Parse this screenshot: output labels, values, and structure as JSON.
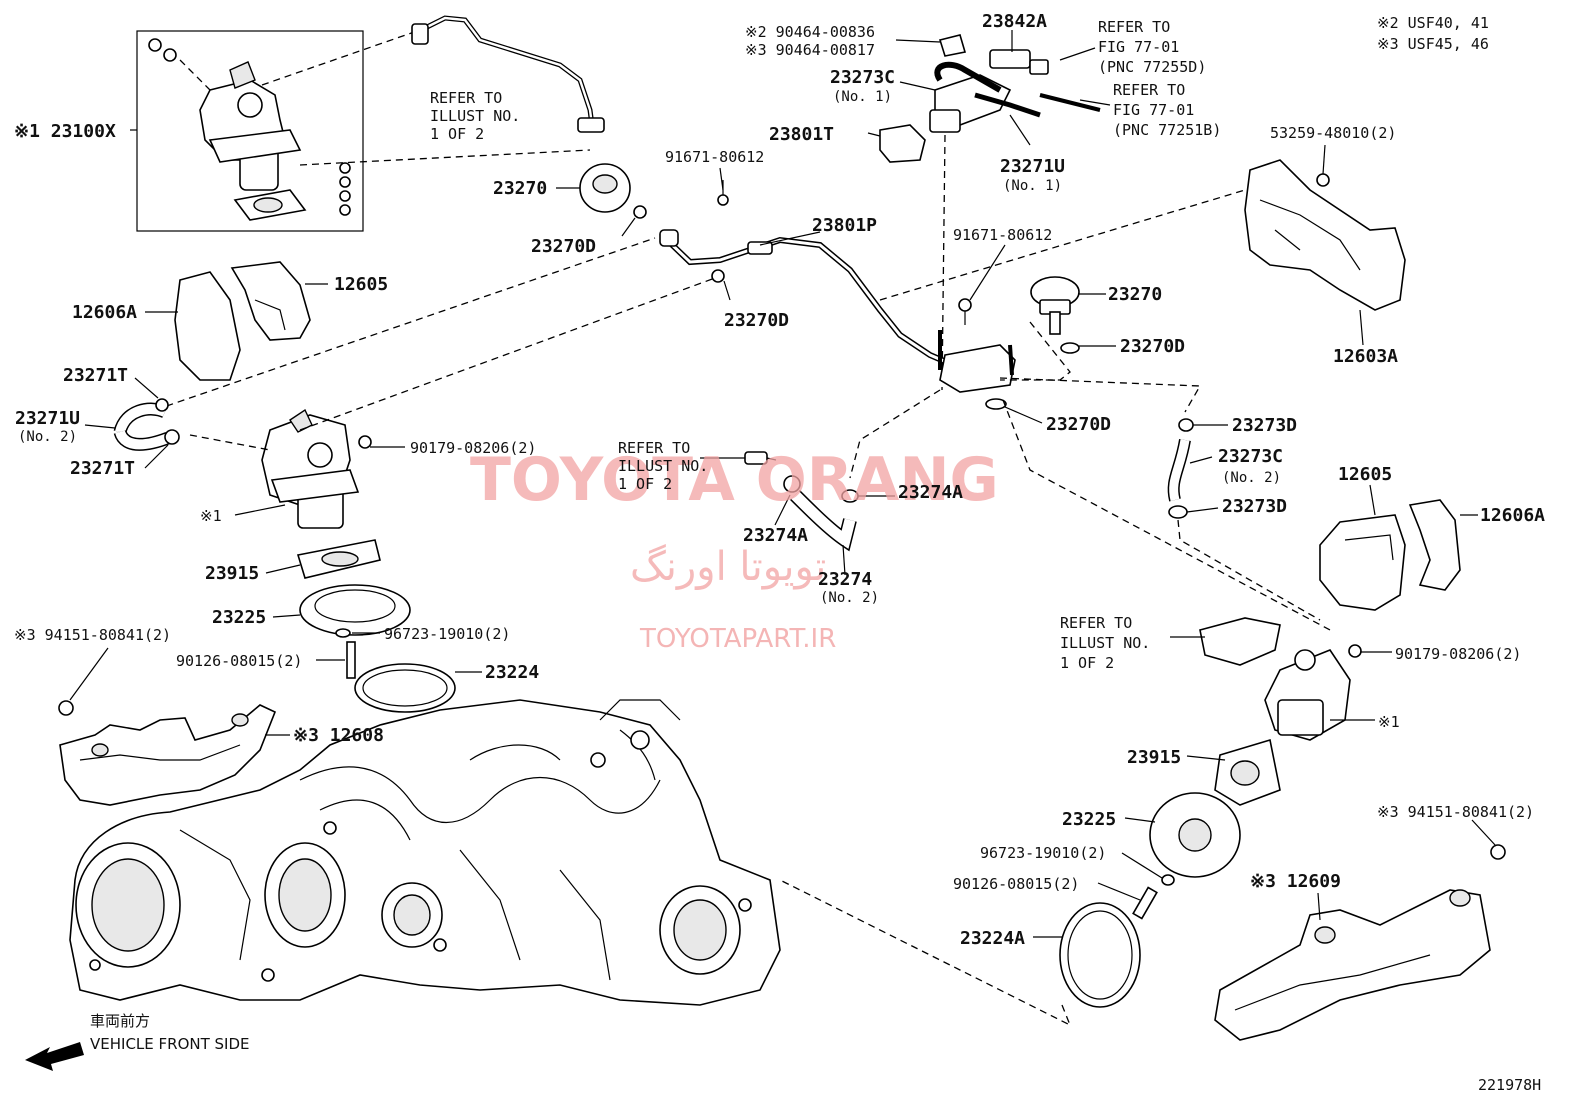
{
  "notes": {
    "n2": "※2 USF40, 41",
    "n3": "※3 USF45, 46",
    "ref_top_a": [
      "REFER TO",
      "FIG 77-01",
      "(PNC 77255D)"
    ],
    "ref_top_b": [
      "REFER TO",
      "FIG 77-01",
      "(PNC 77251B)"
    ],
    "ref_illust": [
      "REFER TO",
      "ILLUST NO.",
      "1 OF 2"
    ]
  },
  "labels": {
    "p23100x": "※1 23100X",
    "p23270a": "23270",
    "p23270d_a": "23270D",
    "p23270d_b": "23270D",
    "p91671a": "91671-80612",
    "p23801p": "23801P",
    "p90464a": "※2 90464-00836",
    "p90464b": "※3 90464-00817",
    "p23842a": "23842A",
    "p23273c1": "23273C",
    "p23273c1_sub": "(No. 1)",
    "p23801t": "23801T",
    "p23271u1": "23271U",
    "p23271u1_sub": "(No. 1)",
    "p53259": "53259-48010(2)",
    "p12603a": "12603A",
    "p91671b": "91671-80612",
    "p23270b": "23270",
    "p23270d_c": "23270D",
    "p23270d_d": "23270D",
    "p12605a": "12605",
    "p12606a_a": "12606A",
    "p23271t_a": "23271T",
    "p23271u2": "23271U",
    "p23271u2_sub": "(No. 2)",
    "p23271t_b": "23271T",
    "p90179a": "90179-08206(2)",
    "p_s1a": "※1",
    "p23274a_a": "23274A",
    "p23274a_b": "23274A",
    "p23274": "23274",
    "p23274_sub": "(No. 2)",
    "p23273d_a": "23273D",
    "p23273c2": "23273C",
    "p23273c2_sub": "(No. 2)",
    "p23273d_b": "23273D",
    "p12605b": "12605",
    "p12606a_b": "12606A",
    "p23915a": "23915",
    "p23225a": "23225",
    "p96723a": "96723-19010(2)",
    "p90126a": "90126-08015(2)",
    "p23224": "23224",
    "p94151a": "※3 94151-80841(2)",
    "p12608": "※3 12608",
    "p90179b": "90179-08206(2)",
    "p_s1b": "※1",
    "p23915b": "23915",
    "p23225b": "23225",
    "p96723b": "96723-19010(2)",
    "p90126b": "90126-08015(2)",
    "p23224a": "23224A",
    "p94151b": "※3 94151-80841(2)",
    "p12609": "※3 12609"
  },
  "watermark": {
    "main": "TOYOTA ORANG",
    "farsi": "تویوتا اورنگ",
    "site": "TOYOTAPART.IR"
  },
  "footer": {
    "front_jp": "車両前方",
    "front_en": "VEHICLE FRONT SIDE",
    "fig_id": "221978H"
  }
}
